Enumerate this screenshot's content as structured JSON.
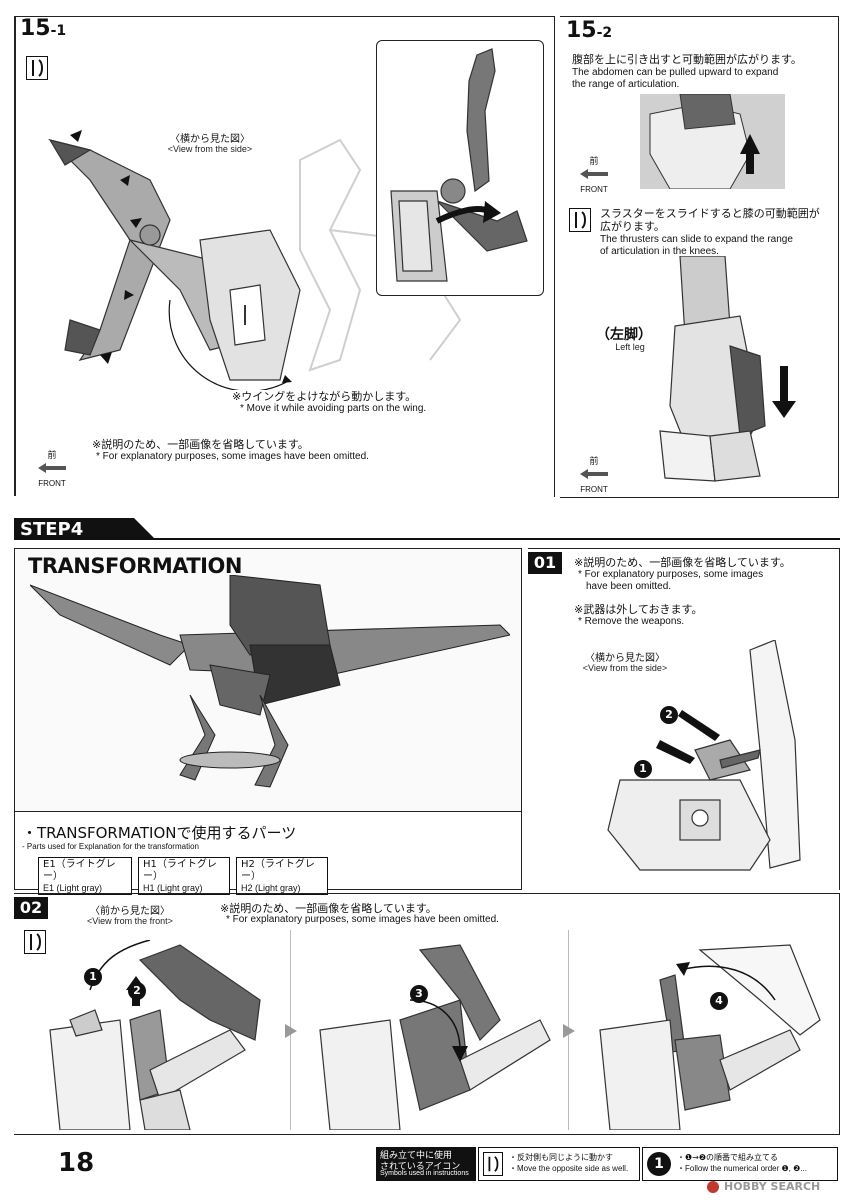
{
  "colors": {
    "ink": "#111111",
    "gray": "#888888",
    "lightgray": "#d8d8d8",
    "step_band": "#1a1a1a"
  },
  "step15_1": {
    "number": "15",
    "sub": "-1",
    "view_jp": "〈横から見た図〉",
    "view_en": "<View from the side>",
    "note_wing_jp": "※ウイングをよけながら動かします。",
    "note_wing_en": "* Move it while avoiding parts on the wing.",
    "note_omit_jp": "※説明のため、一部画像を省略しています。",
    "note_omit_en": "* For explanatory purposes, some images have been omitted.",
    "front_jp": "前",
    "front_en": "FRONT"
  },
  "step15_2": {
    "number": "15",
    "sub": "-2",
    "abdomen_jp": "腹部を上に引き出すと可動範囲が広がります。",
    "abdomen_en_1": "The abdomen can be pulled upward to expand",
    "abdomen_en_2": "the range of articulation.",
    "thruster_jp_1": "スラスターをスライドすると膝の可動範囲が",
    "thruster_jp_2": "広がります。",
    "thruster_en_1": "The thrusters can slide to expand the range",
    "thruster_en_2": "of articulation in the knees.",
    "leftleg_jp": "（左脚）",
    "leftleg_en": "Left leg",
    "front_jp": "前",
    "front_en": "FRONT"
  },
  "step4": {
    "label": "STEP4",
    "title": "TRANSFORMATION",
    "parts_jp": "・TRANSFORMATIONで使用するパーツ",
    "parts_en": "- Parts used for Explanation for the transformation",
    "parts": [
      {
        "jp": "E1（ライトグレー）",
        "en": "E1 (Light gray)"
      },
      {
        "jp": "H1（ライトグレー）",
        "en": "H1 (Light gray)"
      },
      {
        "jp": "H2（ライトグレー）",
        "en": "H2 (Light gray)"
      }
    ]
  },
  "sub01": {
    "number": "01",
    "omit_jp": "※説明のため、一部画像を省略しています。",
    "omit_en_1": "* For explanatory purposes, some images",
    "omit_en_2": "have been omitted.",
    "weapons_jp": "※武器は外しておきます。",
    "weapons_en": "* Remove the weapons.",
    "view_jp": "〈横から見た図〉",
    "view_en": "<View from the side>",
    "n1": "1",
    "n2": "2"
  },
  "sub02": {
    "number": "02",
    "view_jp": "〈前から見た図〉",
    "view_en": "<View from the front>",
    "omit_jp": "※説明のため、一部画像を省略しています。",
    "omit_en": "* For explanatory purposes, some images have been omitted.",
    "n1": "1",
    "n2": "2",
    "n3": "3",
    "n4": "4"
  },
  "footer": {
    "page": "18",
    "legend_jp_1": "組み立て中に使用",
    "legend_jp_2": "されているアイコン",
    "legend_en": "Symbols used in instructions",
    "mirror_jp": "・反対側も同じように動かす",
    "mirror_en": "・Move the opposite side as well.",
    "order_num": "1",
    "order_jp": "・❶→❷の順番で組み立てる",
    "order_en": "・Follow the numerical order ❶, ❷...",
    "watermark": "HOBBY SEARCH"
  }
}
